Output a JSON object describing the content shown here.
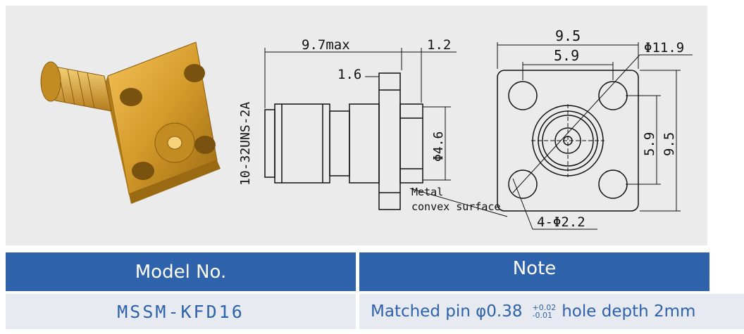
{
  "dimensions": {
    "length_max": "9.7max",
    "flange_offset": "1.2",
    "flange_thickness": "1.6",
    "thread": "10-32UNS-2A",
    "body_diameter": "Φ4.6",
    "surface_note_line1": "Metal",
    "surface_note_line2": "convex surface",
    "flange_width": "9.5",
    "hole_spacing": "5.9",
    "circle_diameter": "Φ11.9",
    "hole_spacing_v": "5.9",
    "flange_height": "9.5",
    "mount_holes": "4-Φ2.2"
  },
  "table": {
    "headers": {
      "model": "Model No.",
      "note": "Note"
    },
    "row": {
      "model": "MSSM-KFD16",
      "note_prefix": "Matched pin φ0.38",
      "tol_plus": "+0.02",
      "tol_minus": "-0.01",
      "note_suffix": "hole depth 2mm"
    }
  },
  "colors": {
    "header_bg": "#2e62ab",
    "row_bg": "#e8eaf2",
    "panel_bg": "#ebebeb",
    "brass": "#d49a2a"
  }
}
